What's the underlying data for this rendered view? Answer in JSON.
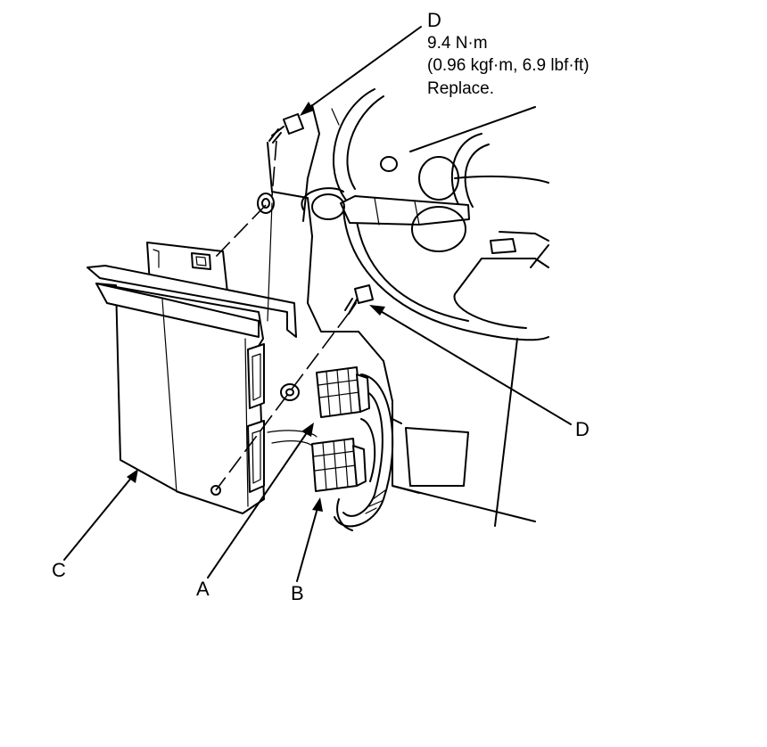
{
  "labels": {
    "d_top": "D",
    "d_right": "D",
    "a": "A",
    "b": "B",
    "c": "C"
  },
  "torque_spec": {
    "line1": "9.4 N·m",
    "line2": "(0.96 kgf·m, 6.9 lbf·ft)",
    "line3": "Replace."
  }
}
